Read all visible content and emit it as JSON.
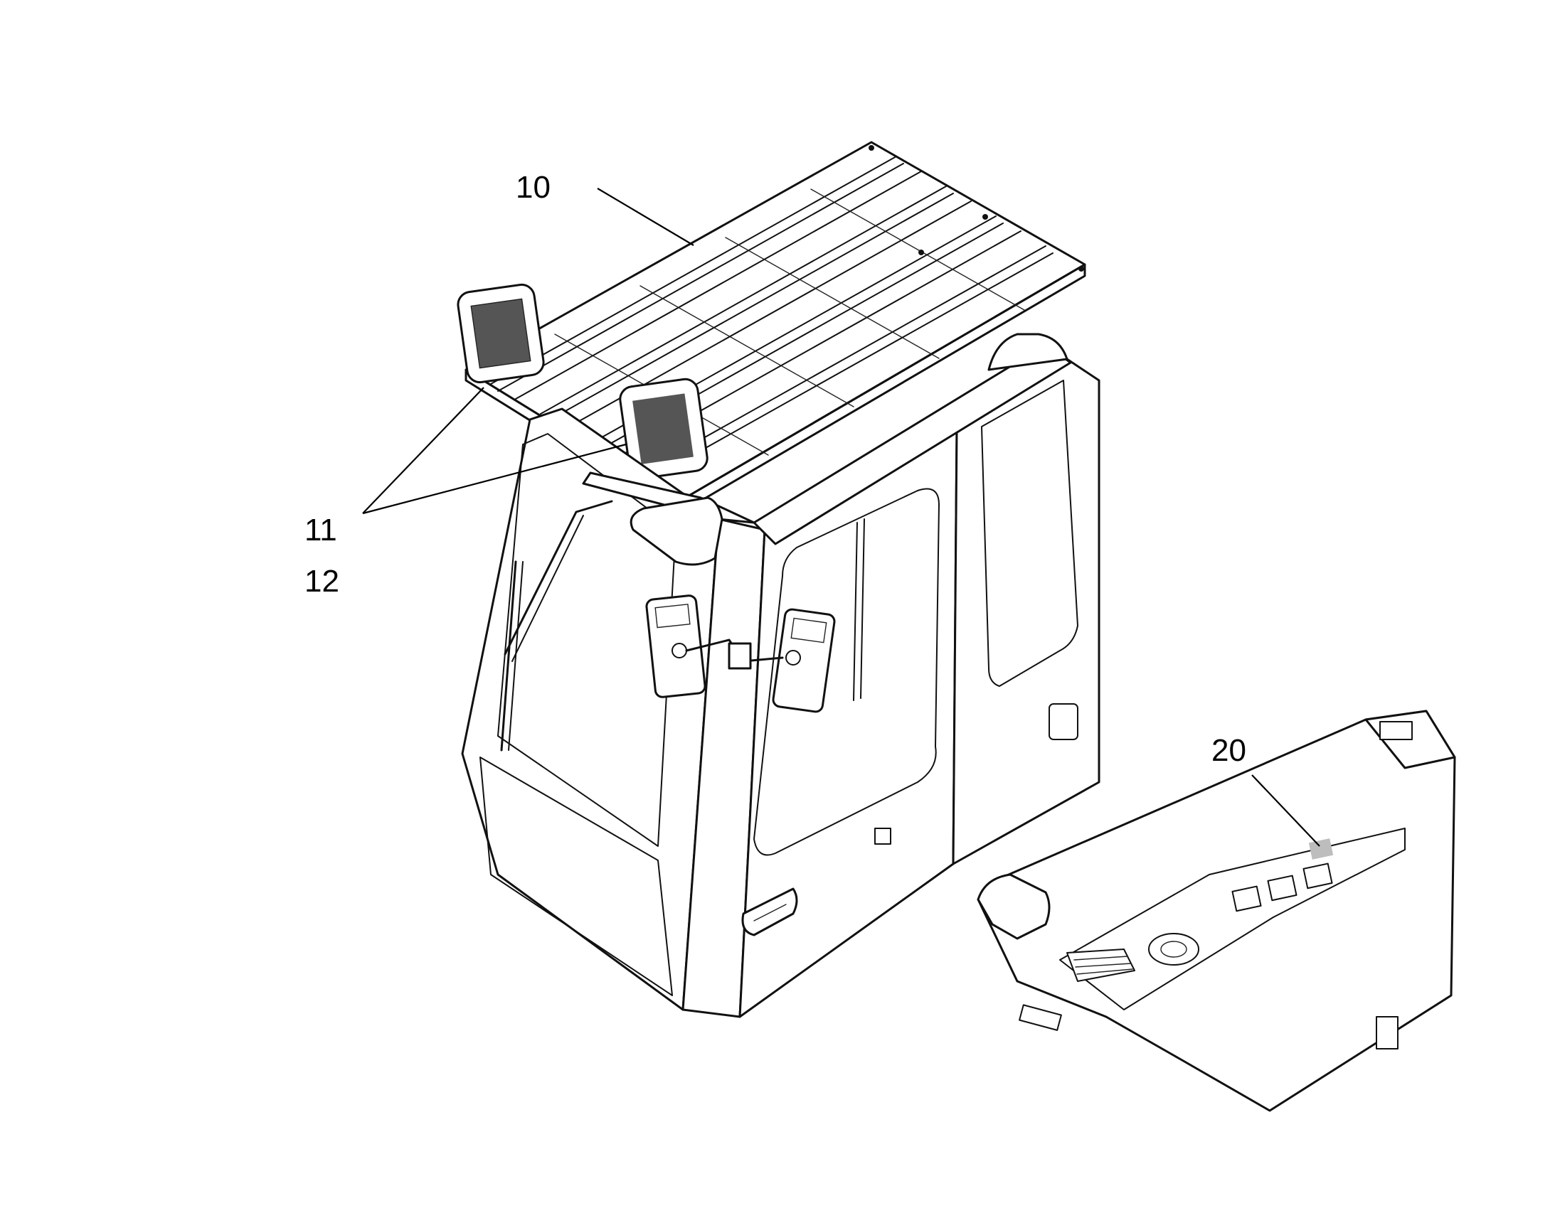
{
  "callouts": [
    {
      "id": "10",
      "label": "10"
    },
    {
      "id": "11",
      "label": "11"
    },
    {
      "id": "12",
      "label": "12"
    },
    {
      "id": "20",
      "label": "20"
    }
  ],
  "colors": {
    "line": "#111111",
    "background": "#ffffff",
    "highlight_patch": "#bdbdbd"
  },
  "icons": [
    "work-light-icon",
    "mirror-icon",
    "wiper-icon",
    "door-handle-icon"
  ]
}
